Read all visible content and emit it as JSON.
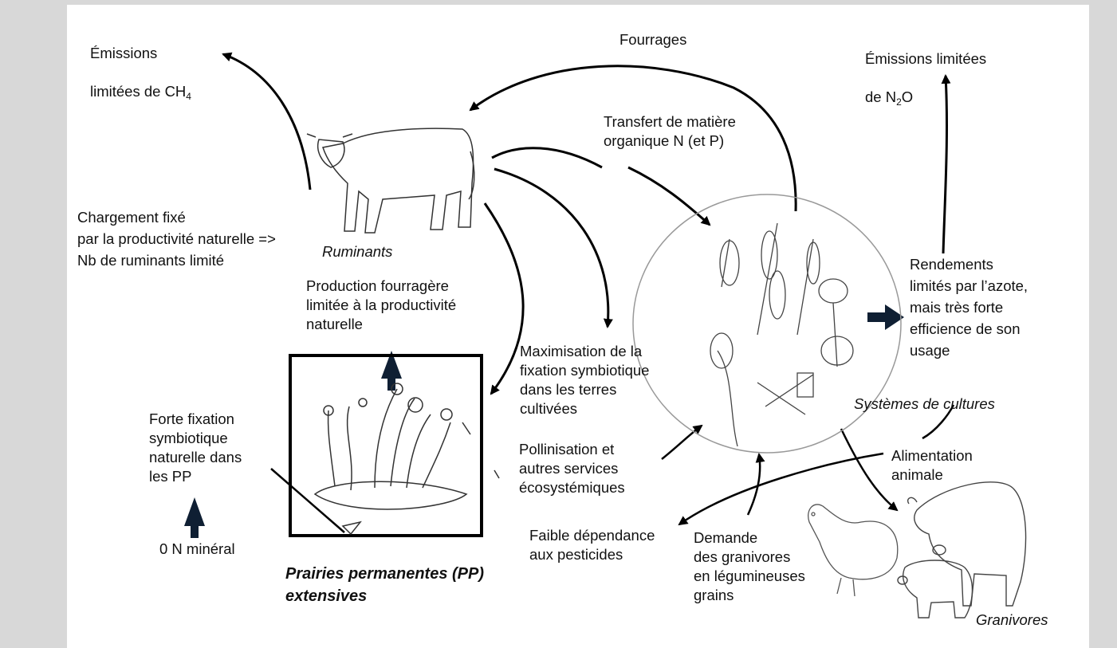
{
  "labels": {
    "emissions_ch4_line1": "Émissions",
    "emissions_ch4_line2": "limitées de CH",
    "emissions_ch4_sub": "4",
    "fourrages": "Fourrages",
    "emissions_n2o_line1": "Émissions limitées",
    "emissions_n2o_pre": "de N",
    "emissions_n2o_sub": "2",
    "emissions_n2o_post": "O",
    "transfert": "Transfert de matière\norganique N (et P)",
    "chargement": "Chargement fixé\npar la productivité naturelle =>\nNb de ruminants limité",
    "ruminants": "Ruminants",
    "production": "Production fourragère\nlimitée à la productivité\nnaturelle",
    "rendements": "Rendements\nlimités par l’azote,\nmais très forte\nefficience de son\nusage",
    "maximisation": "Maximisation de la\nfixation  symbiotique\ndans les terres\ncultivées",
    "systemes": "Systèmes de cultures",
    "forte_fixation": "Forte fixation\nsymbiotique\nnaturelle dans\nles PP",
    "pollinisation": "Pollinisation et\nautres services\nécosystémiques",
    "alimentation": "Alimentation\nanimale",
    "zero_n": "0 N minéral",
    "faible": "Faible dépendance\naux pesticides",
    "demande": "Demande\ndes granivores\nen légumineuses\ngrains",
    "prairies": "Prairies permanentes (PP)\nextensives",
    "granivores": "Granivores"
  },
  "icons": [
    "cow-illustration",
    "crop-plants-illustration",
    "grass-illustration",
    "hen-illustration",
    "pig-illustration"
  ],
  "colors": {
    "background": "#d8d8d8",
    "panel": "#ffffff",
    "arrow": "#000000",
    "block_arrow": "#0f1f33"
  }
}
